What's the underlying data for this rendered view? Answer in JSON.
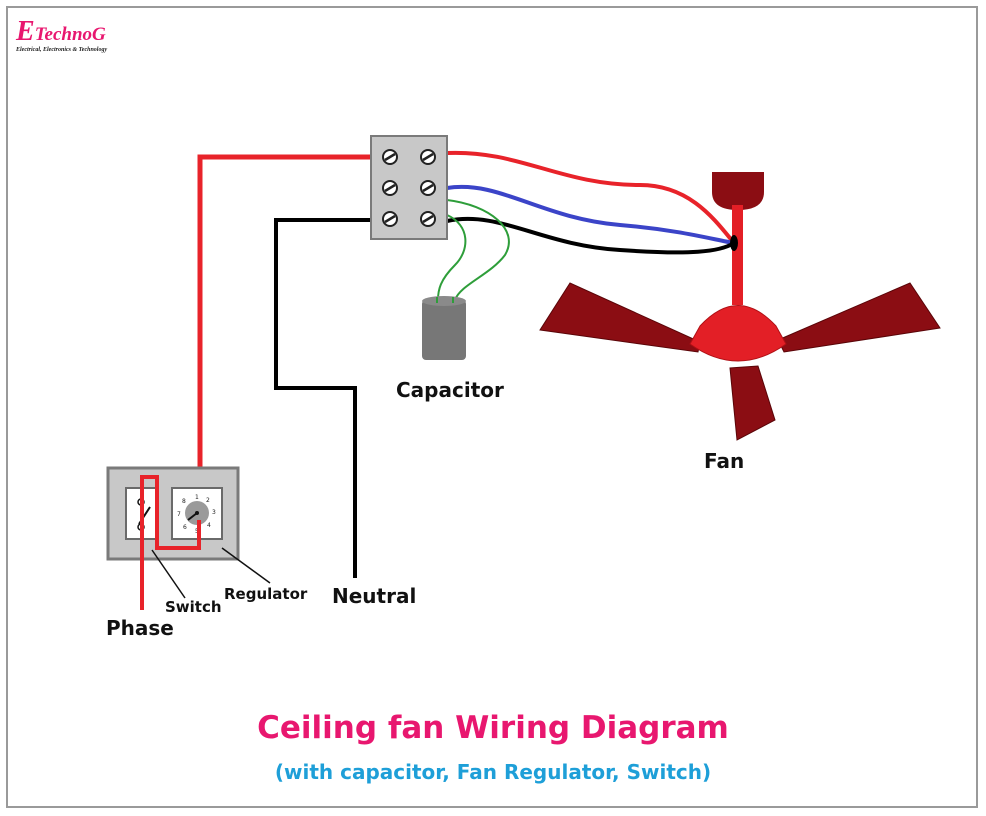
{
  "logo": {
    "initial": "E",
    "name": "TechnoG",
    "tagline": "Electrical, Electronics & Technology"
  },
  "labels": {
    "capacitor": "Capacitor",
    "fan": "Fan",
    "neutral": "Neutral",
    "phase": "Phase",
    "switch": "Switch",
    "regulator": "Regulator"
  },
  "regulator_dial": {
    "numbers": [
      "1",
      "2",
      "3",
      "4",
      "5",
      "6",
      "7",
      "8"
    ]
  },
  "title": {
    "text": "Ceiling fan Wiring Diagram",
    "color": "#e8176f"
  },
  "subtitle": {
    "text": "(with capacitor, Fan Regulator, Switch)",
    "color": "#1e9fd8"
  },
  "wire_colors": {
    "phase": "#e8232a",
    "neutral": "#000000",
    "fan_blue": "#3b44c8",
    "capacitor_green": "#2e9e3a"
  },
  "fan_color": "#8b0d13",
  "fan_motor_color": "#e31f26"
}
